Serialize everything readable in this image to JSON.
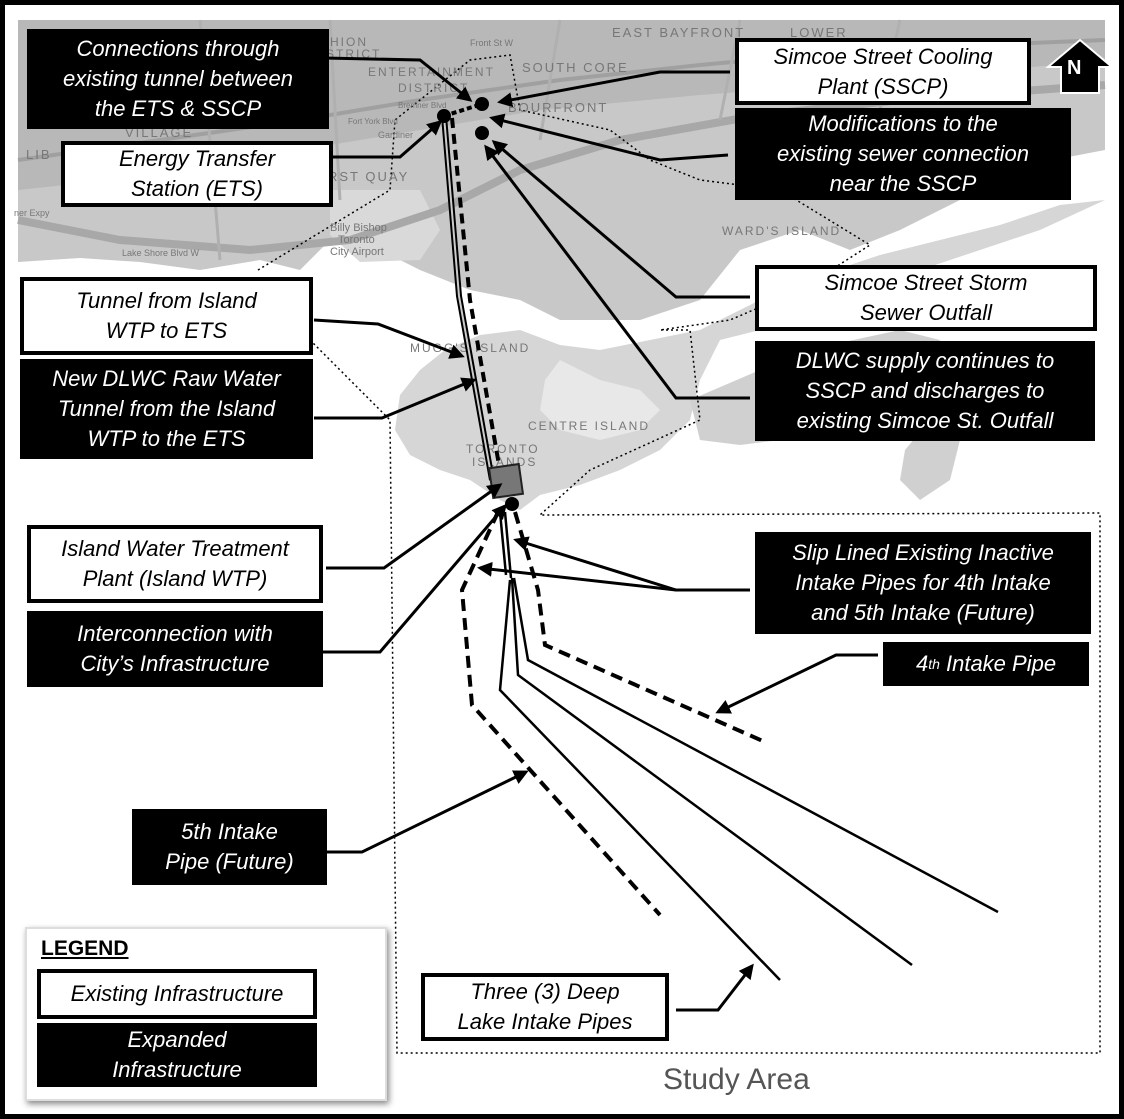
{
  "labels": {
    "connections_tunnel": "Connections through\nexisting tunnel between\nthe ETS & SSCP",
    "sscp": "Simcoe Street Cooling\nPlant (SSCP)",
    "ets": "Energy Transfer\nStation (ETS)",
    "sewer_mod": "Modifications to the\nexisting sewer connection\nnear the SSCP",
    "storm_outfall": "Simcoe Street Storm\nSewer Outfall",
    "tunnel_island": "Tunnel from Island\nWTP to ETS",
    "raw_water_tunnel": "New DLWC Raw Water\nTunnel from the Island\nWTP to the ETS",
    "dlwc_supply": "DLWC supply continues to\nSSCP and discharges to\nexisting Simcoe St. Outfall",
    "island_wtp": "Island Water Treatment\nPlant (Island WTP)",
    "interconnection": "Interconnection with\nCity’s Infrastructure",
    "slip_lined": "Slip Lined Existing Inactive\nIntake Pipes for 4th Intake\nand 5th Intake (Future)",
    "fourth_prefix": "4",
    "fourth_sup": "th",
    "fourth_suffix": " Intake Pipe",
    "fifth_intake": "5th Intake\nPipe (Future)",
    "deep_lake": "Three (3) Deep\nLake Intake Pipes"
  },
  "legend": {
    "title": "LEGEND",
    "existing": "Existing Infrastructure",
    "expanded": "Expanded\nInfrastructure"
  },
  "study_area": "Study Area",
  "north": "N",
  "map_text": {
    "east_bayfront": "EAST BAYFRONT",
    "lower": "LOWER",
    "south_core": "SOUTH CORE",
    "entertainment": "ENTERTAINMENT",
    "district": "DISTRICT",
    "fashion": "HION",
    "district2": "STRICT",
    "bourfront": "BOURFRONT",
    "village": "VILLAGE",
    "lib": "LIB",
    "first_quay": "RST QUAY",
    "wards_island": "WARD'S ISLAND",
    "airport1": "Billy Bishop",
    "airport2": "Toronto",
    "airport3": "City Airport",
    "muggs_island": "MUGG'S ISLAND",
    "centre_island": "CENTRE ISLAND",
    "toronto": "TORONTO",
    "islands": "ISLANDS",
    "front_st": "Front St W",
    "lake_shore": "Lake Shore Blvd W",
    "gardiner": "Gardiner",
    "bremner": "Bremner Blvd",
    "fort_york": "Fort York Blvd",
    "gardiner_expy": "ner Expy"
  },
  "colors": {
    "label_black": "#000000",
    "label_white": "#ffffff",
    "water": "#ffffff",
    "land": "#dcdcdc",
    "city": "#c4c4c4",
    "study_area_text": "#555555"
  }
}
